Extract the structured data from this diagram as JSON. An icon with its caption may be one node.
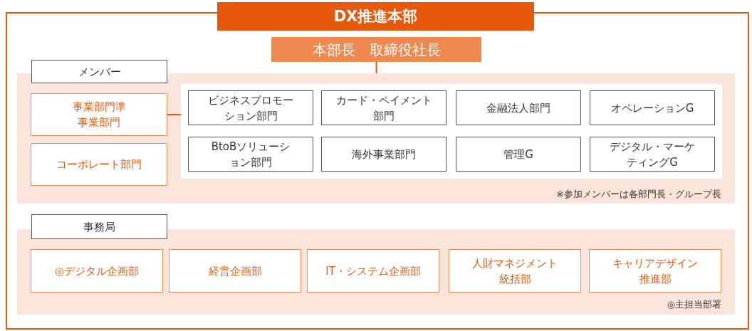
{
  "diagram": {
    "nodes": [
      {
        "text": [
          "DX推進本部"
        ]
      },
      {
        "text": [
          "本部長　取締役社長"
        ],
        "in": 0
      },
      {
        "text": [
          "メンバー"
        ],
        "in": 0
      },
      {
        "text": [
          "事業部門準事業部門"
        ],
        "in": 2
      },
      {
        "text": [
          "コーポレート部門"
        ],
        "in": 2
      },
      {
        "text": [],
        "shape": "box",
        "in": 2
      },
      {
        "text": [
          "ビジネスプロモーション部門"
        ],
        "in": 5
      },
      {
        "text": [
          "カード・ペイメント部門"
        ],
        "in": 5
      },
      {
        "text": [
          "金融法人部門"
        ],
        "in": 5
      },
      {
        "text": [
          "オペレーションG"
        ],
        "in": 5
      },
      {
        "text": [
          "BtoBソリューション部門"
        ],
        "in": 5
      },
      {
        "text": [
          "海外事業部門"
        ],
        "in": 5
      },
      {
        "text": [
          "管理G"
        ],
        "in": 5
      },
      {
        "text": [
          "デジタル・マーケティングG"
        ],
        "in": 5
      },
      {
        "text": [
          "事務局"
        ],
        "in": 0
      },
      {
        "text": [
          "◎デジタル企画部"
        ],
        "in": 14
      },
      {
        "text": [
          "経営企画部"
        ],
        "in": 14
      },
      {
        "text": [
          "IT・システム企画部"
        ],
        "in": 14
      },
      {
        "text": [
          "人財マネジメント統括部"
        ],
        "in": 14
      },
      {
        "text": [
          "キャリアデザイン推進部"
        ],
        "in": 14
      }
    ],
    "edges": [
      {
        "from": 1,
        "to": 2,
        "arrow": "none",
        "color": "#e8580c"
      },
      {
        "from": 3,
        "to": 5,
        "arrow": "none",
        "color": "#e8580c"
      }
    ],
    "labels": [
      "※参加メンバーは各部門長・グループ長",
      "◎主担当部署"
    ]
  }
}
